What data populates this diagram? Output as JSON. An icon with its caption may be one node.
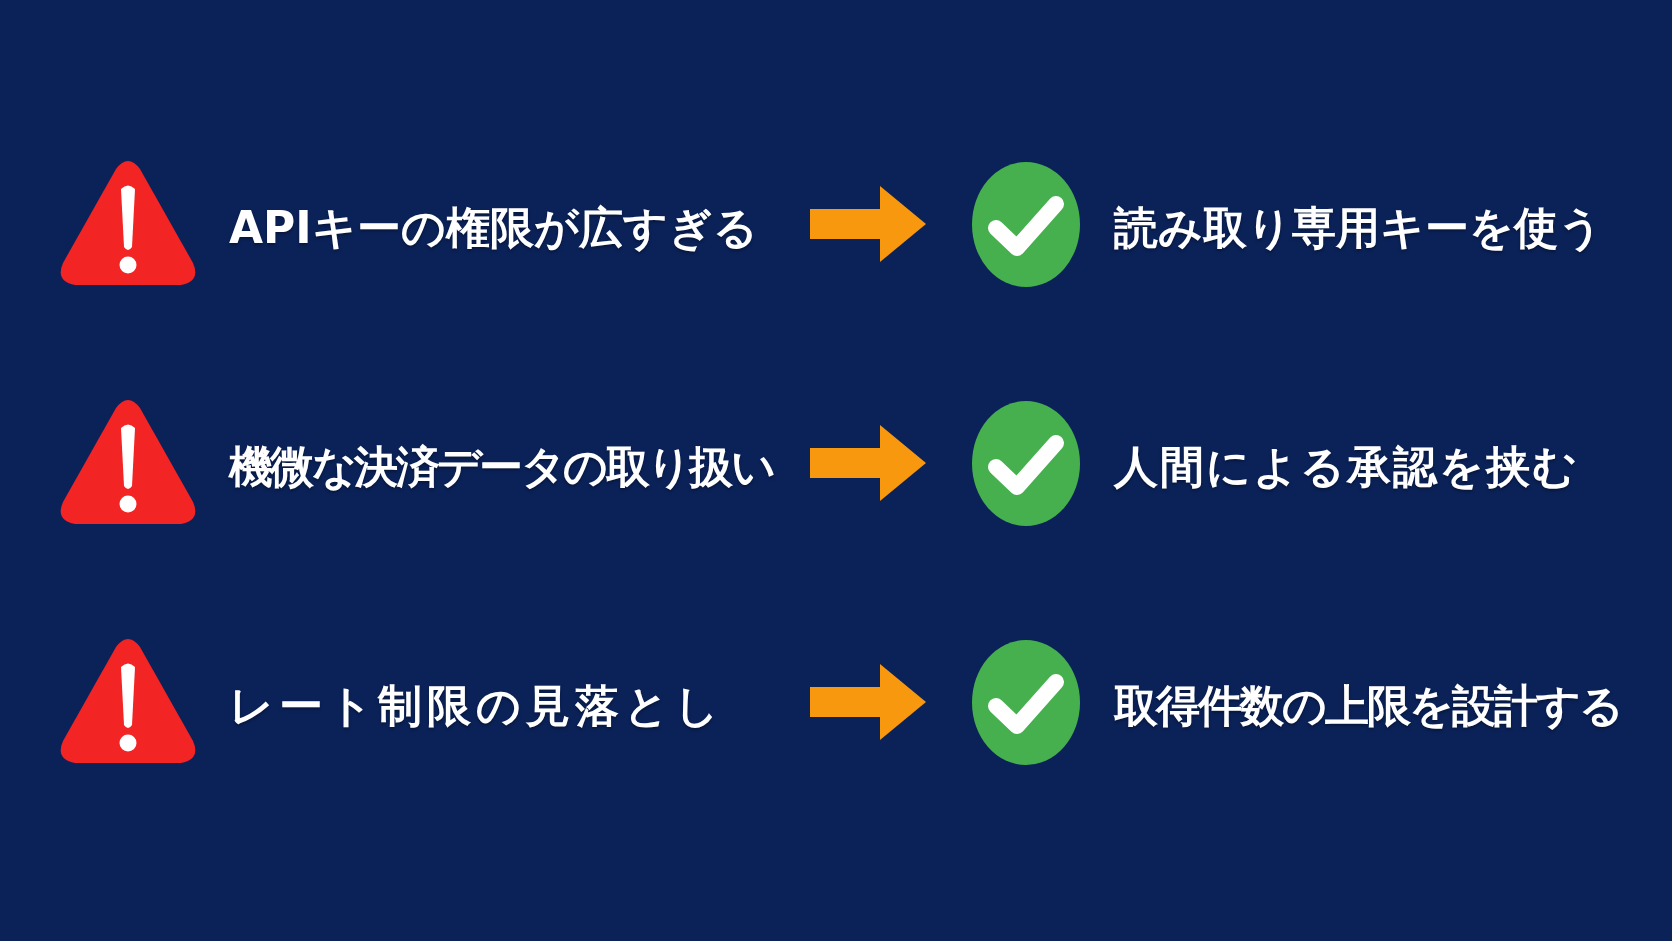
{
  "diagram": {
    "nodes": [
      {
        "text": [
          "APIキーの権限が広すぎる"
        ]
      },
      {
        "text": [
          "読み取り専用キーを使う"
        ]
      },
      {
        "text": [
          "機微な決済データの取り扱い"
        ]
      },
      {
        "text": [
          "人間による承認を挟む"
        ]
      },
      {
        "text": [
          "レート制限の見落とし"
        ]
      },
      {
        "text": [
          "取得件数の上限を設計する"
        ]
      }
    ],
    "edges": [
      {
        "from": 0,
        "to": 1,
        "arrow": "to"
      },
      {
        "from": 2,
        "to": 3,
        "arrow": "to"
      },
      {
        "from": 4,
        "to": 5,
        "arrow": "to"
      }
    ]
  }
}
